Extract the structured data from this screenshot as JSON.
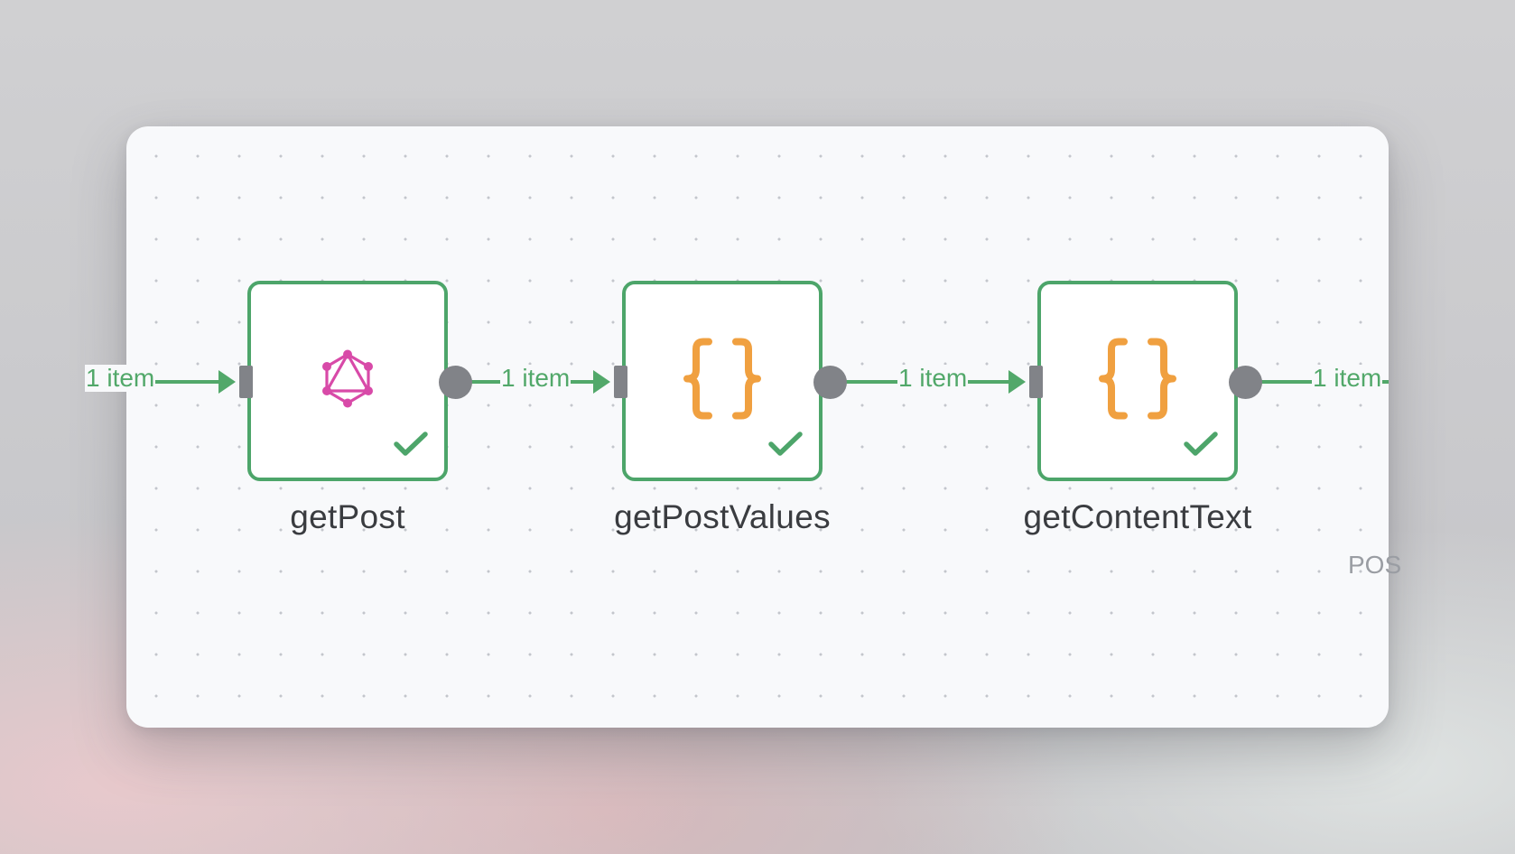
{
  "canvas": {
    "partial_label": "POS",
    "colors": {
      "success": "#4da56a",
      "connection": "#52a86a",
      "handle": "#818388",
      "graphql": "#d84aa8",
      "code": "#f0a040"
    }
  },
  "connections": [
    {
      "label": "1 item"
    },
    {
      "label": "1 item"
    },
    {
      "label": "1 item"
    },
    {
      "label": "1 item"
    }
  ],
  "nodes": [
    {
      "name": "getPost",
      "icon": "graphql-icon",
      "status": "success"
    },
    {
      "name": "getPostValues",
      "icon": "code-braces-icon",
      "status": "success"
    },
    {
      "name": "getContentText",
      "icon": "code-braces-icon",
      "status": "success"
    }
  ]
}
